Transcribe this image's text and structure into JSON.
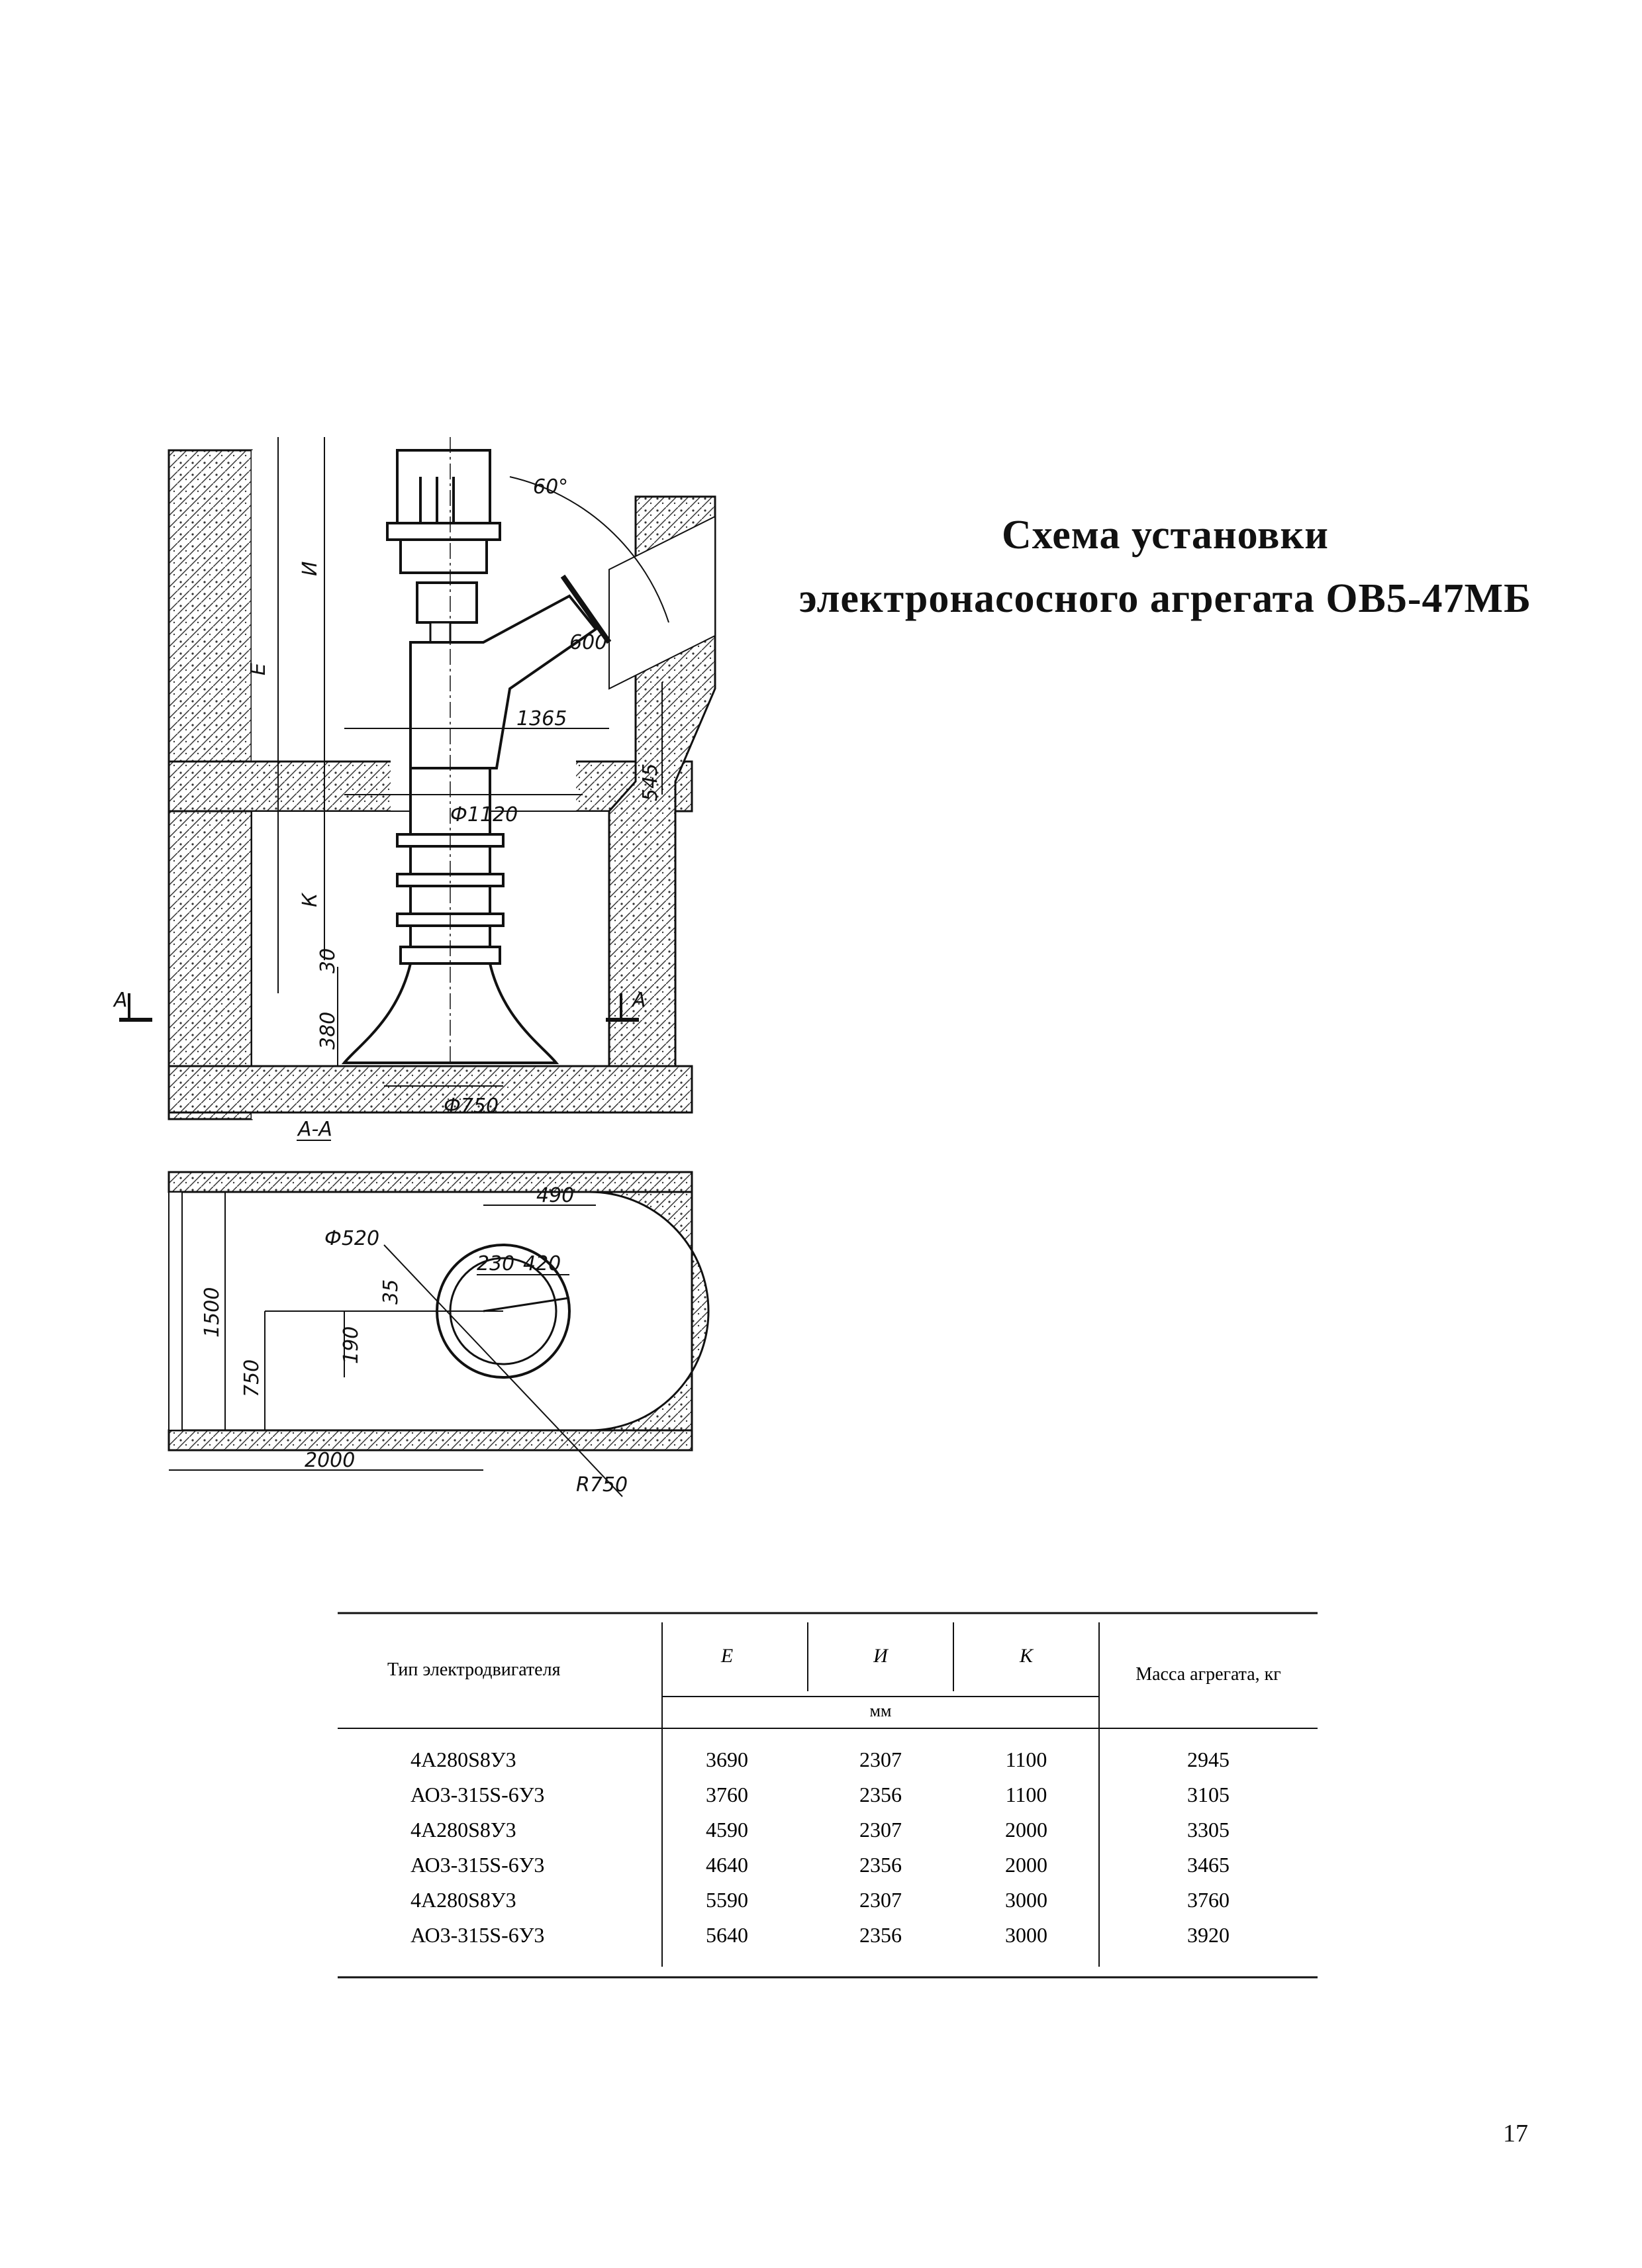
{
  "title": {
    "line1": "Схема установки",
    "line2": "электронасосного агрегата ОВ5-47МБ"
  },
  "drawing": {
    "section_label": "А-А",
    "cut_mark_left": "А",
    "cut_mark_right": "А",
    "dims": {
      "E": "Е",
      "I": "И",
      "K": "К",
      "angle": "60°",
      "d600": "600",
      "d1365": "1365",
      "d545": "545",
      "dia1120": "Ф1120",
      "d30": "30",
      "d380": "380",
      "dia750": "Ф750",
      "dia520": "Ф520",
      "d490": "490",
      "d230": "230",
      "d420": "420",
      "d35": "35",
      "d190": "190",
      "d1500": "1500",
      "d750": "750",
      "d2000": "2000",
      "r750": "R750"
    }
  },
  "table": {
    "header": {
      "motor_type": "Тип электродвигателя",
      "E": "Е",
      "I": "И",
      "K": "К",
      "unit": "мм",
      "mass": "Масса агрегата, кг"
    },
    "rows": [
      {
        "type": "4А280S8У3",
        "E": "3690",
        "I": "2307",
        "K": "1100",
        "mass": "2945"
      },
      {
        "type": "АО3-315S-6У3",
        "E": "3760",
        "I": "2356",
        "K": "1100",
        "mass": "3105"
      },
      {
        "type": "4А280S8У3",
        "E": "4590",
        "I": "2307",
        "K": "2000",
        "mass": "3305"
      },
      {
        "type": "АО3-315S-6У3",
        "E": "4640",
        "I": "2356",
        "K": "2000",
        "mass": "3465"
      },
      {
        "type": "4А280S8У3",
        "E": "5590",
        "I": "2307",
        "K": "3000",
        "mass": "3760"
      },
      {
        "type": "АО3-315S-6У3",
        "E": "5640",
        "I": "2356",
        "K": "3000",
        "mass": "3920"
      }
    ]
  },
  "page_number": "17"
}
